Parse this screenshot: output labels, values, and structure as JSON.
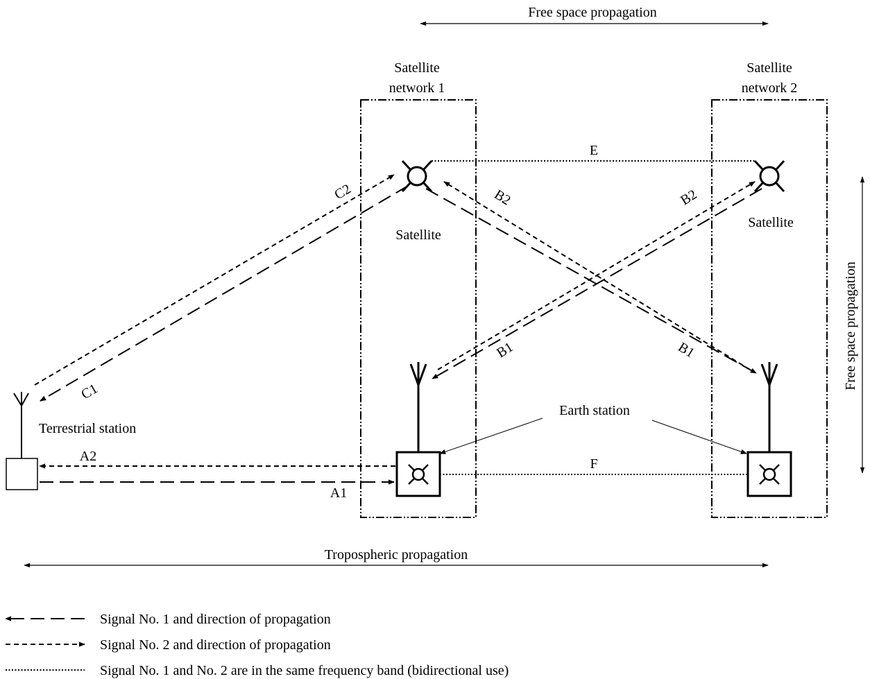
{
  "labels": {
    "free_space_top": "Free space propagation",
    "free_space_right": "Free space propagation",
    "tropospheric": "Tropospheric propagation",
    "network1_line1": "Satellite",
    "network1_line2": "network 1",
    "network2_line1": "Satellite",
    "network2_line2": "network 2",
    "satellite1": "Satellite",
    "satellite2": "Satellite",
    "terrestrial": "Terrestrial station",
    "earth_station": "Earth station"
  },
  "links": {
    "A1": "A1",
    "A2": "A2",
    "B1_left": "B1",
    "B1_right": "B1",
    "B2_left": "B2",
    "B2_right": "B2",
    "C1": "C1",
    "C2": "C2",
    "E": "E",
    "F": "F"
  },
  "legend": [
    {
      "text": "Signal No. 1 and direction of propagation"
    },
    {
      "text": "Signal No. 2 and direction of propagation"
    },
    {
      "text": "Signal No. 1 and No. 2 are in the same frequency band (bidirectional use)"
    }
  ],
  "icons": [
    "satellite-icon",
    "antenna-icon",
    "earth-station-icon",
    "terrestrial-station-icon"
  ],
  "colors": {
    "ink": "#000000",
    "background": "#ffffff"
  }
}
